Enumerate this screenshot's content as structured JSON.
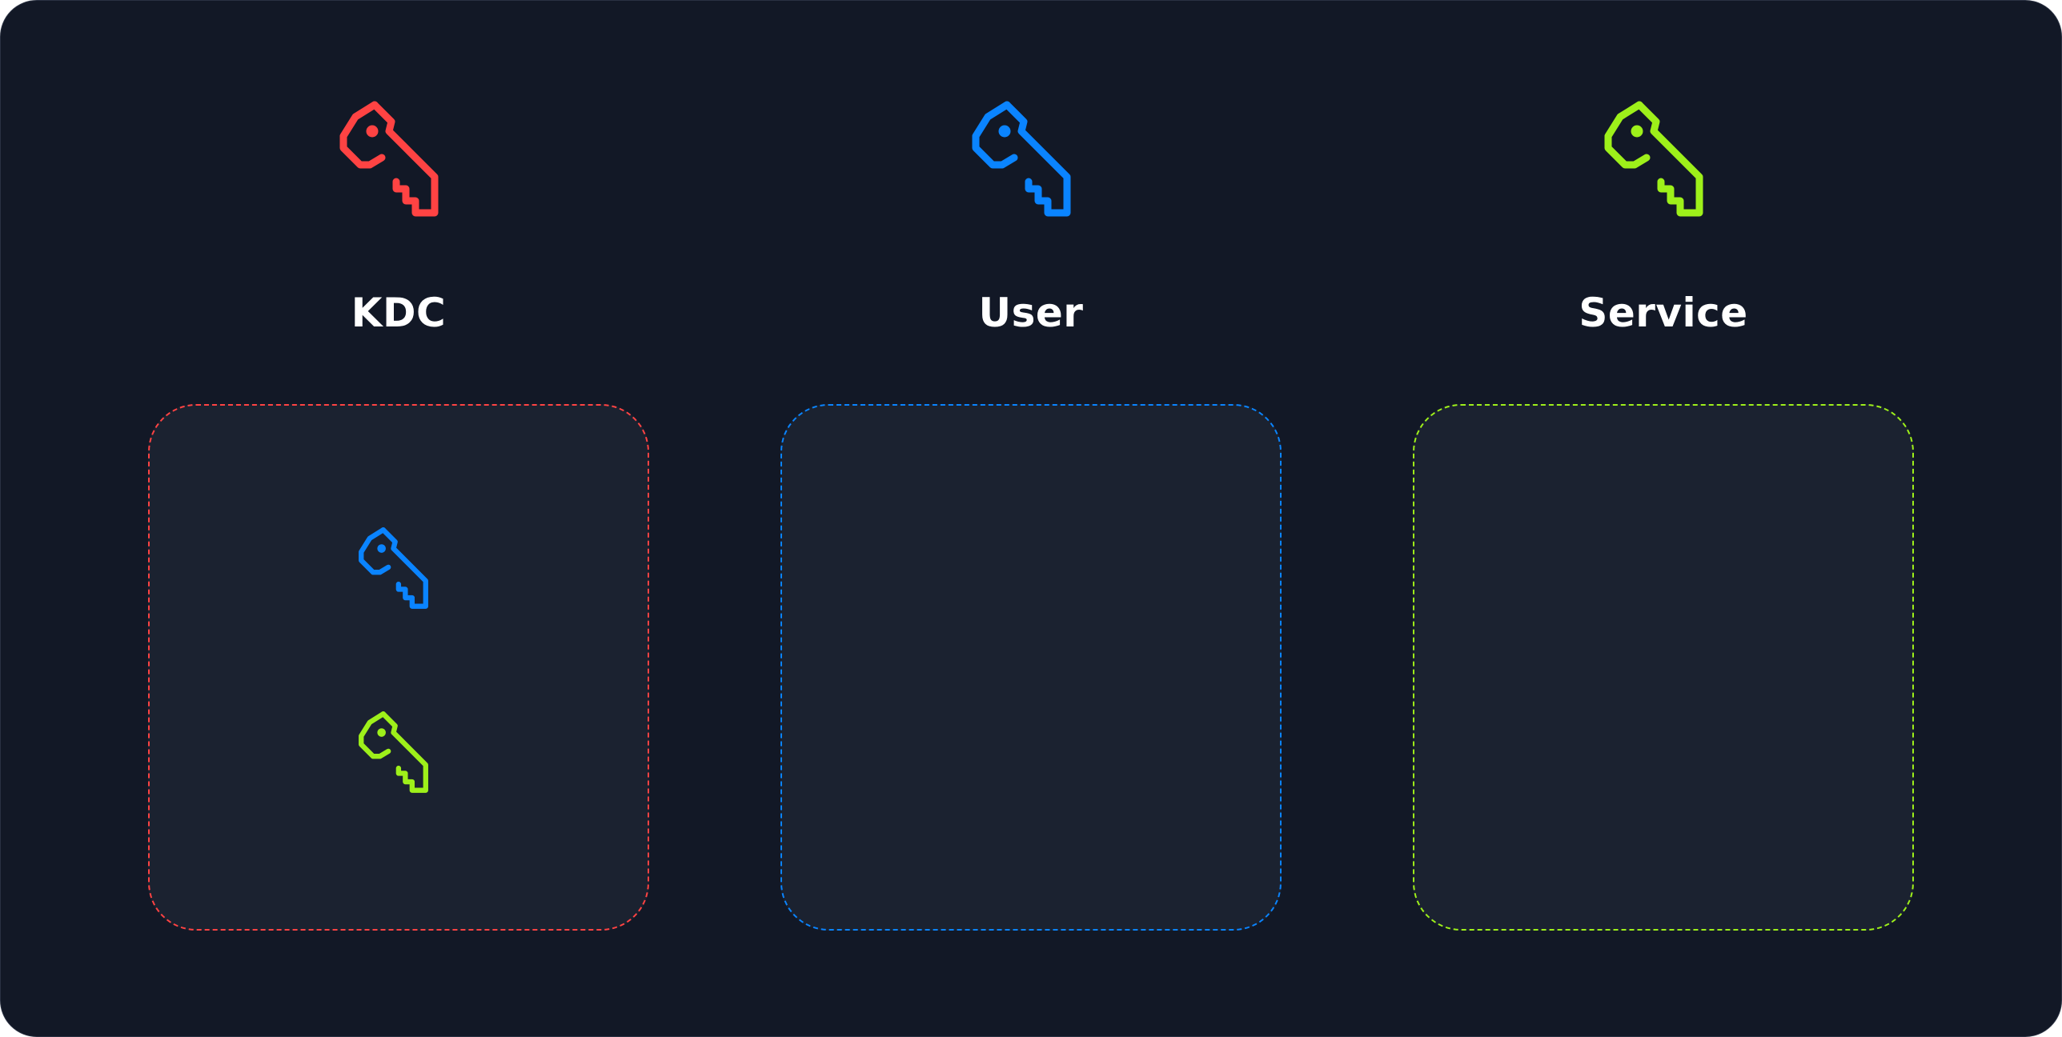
{
  "colors": {
    "background": "#121826",
    "panel": "#1b2230",
    "kdc": "#ff4343",
    "user": "#0a84ff",
    "service": "#9ef01a",
    "label": "#ffffff"
  },
  "entities": [
    {
      "id": "kdc",
      "label": "KDC",
      "key_icon": "key-icon",
      "color": "#ff4343",
      "stored_keys": [
        {
          "icon": "key-icon",
          "color": "#0a84ff"
        },
        {
          "icon": "key-icon",
          "color": "#9ef01a"
        }
      ]
    },
    {
      "id": "user",
      "label": "User",
      "key_icon": "key-icon",
      "color": "#0a84ff",
      "stored_keys": []
    },
    {
      "id": "service",
      "label": "Service",
      "key_icon": "key-icon",
      "color": "#9ef01a",
      "stored_keys": []
    }
  ]
}
